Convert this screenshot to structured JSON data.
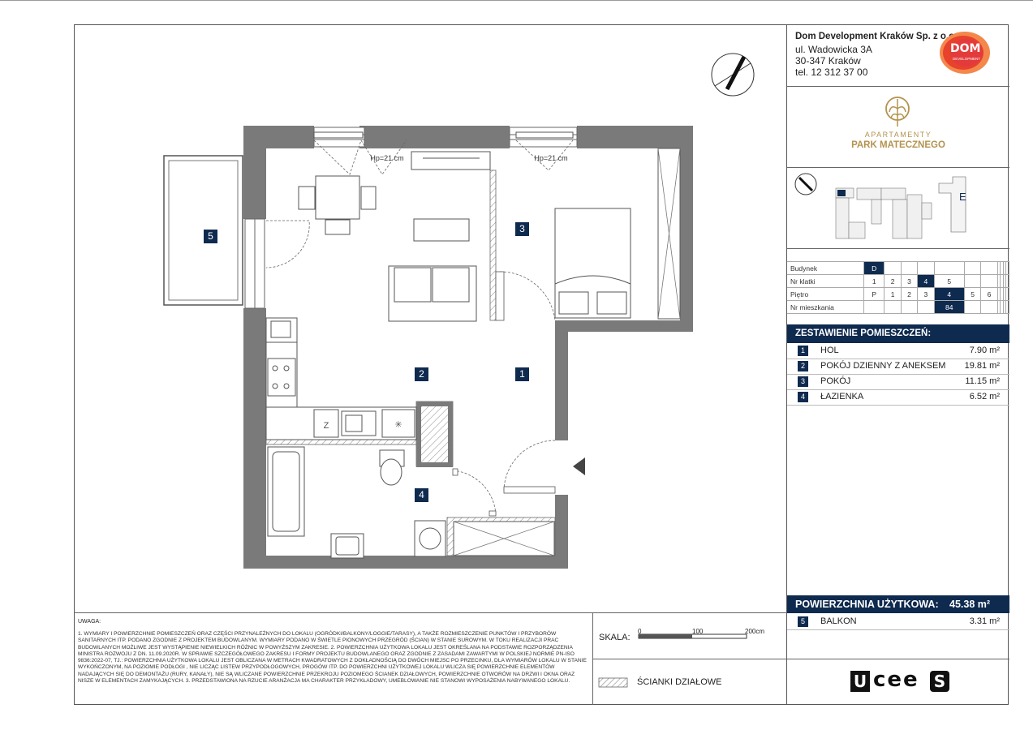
{
  "company": {
    "name": "Dom Development Kraków Sp. z o.o.",
    "street": "ul. Wadowicka 3A",
    "city": "30-347 Kraków",
    "phone": "tel. 12 312 37 00",
    "logo_text_1": "DOM",
    "logo_text_2": "DEVELOPMENT"
  },
  "project": {
    "line1": "APARTAMENTY",
    "line2": "PARK MATECZNEGO",
    "building_letter": "E"
  },
  "location_table": {
    "rows": [
      {
        "label": "Budynek",
        "cells": [
          "D",
          "",
          "",
          "",
          "",
          "",
          "",
          "",
          "",
          "",
          ""
        ],
        "selected": 0
      },
      {
        "label": "Nr klatki",
        "cells": [
          "1",
          "2",
          "3",
          "4",
          "5",
          "",
          "",
          "",
          "",
          "",
          ""
        ],
        "selected": 3
      },
      {
        "label": "Piętro",
        "cells": [
          "P",
          "1",
          "2",
          "3",
          "4",
          "5",
          "6",
          "",
          "",
          "",
          ""
        ],
        "selected": 4
      },
      {
        "label": "Nr mieszkania",
        "cells": [
          "",
          "",
          "",
          "",
          "84",
          "",
          "",
          "",
          "",
          "",
          ""
        ],
        "selected": 4
      }
    ]
  },
  "summary": {
    "title": "ZESTAWIENIE POMIESZCZEŃ:",
    "rooms": [
      {
        "num": "1",
        "name": "HOL",
        "area": "7.90 m²"
      },
      {
        "num": "2",
        "name": "POKÓJ DZIENNY Z ANEKSEM",
        "area": "19.81 m²"
      },
      {
        "num": "3",
        "name": "POKÓJ",
        "area": "11.15 m²"
      },
      {
        "num": "4",
        "name": "ŁAZIENKA",
        "area": "6.52 m²"
      }
    ],
    "total_label": "POWIERZCHNIA UŻYTKOWA:",
    "total_value": "45.38 m²",
    "balcony": {
      "num": "5",
      "name": "BALKON",
      "area": "3.31 m²"
    }
  },
  "plan": {
    "labels": [
      "1",
      "2",
      "3",
      "4",
      "5"
    ],
    "hp_label_1": "Hp=21 cm",
    "hp_label_2": "Hp=21 cm",
    "fridge_label": "Z"
  },
  "scale": {
    "label": "SKALA:",
    "t0": "0",
    "t1": "100",
    "t2": "200cm"
  },
  "legend": {
    "walls_label": "ŚCIANKI DZIAŁOWE"
  },
  "notes": {
    "title": "UWAGA:",
    "text": "1. WYMIARY I POWIERZCHNIE POMIESZCZEŃ ORAZ CZĘŚCI PRZYNALEŻNYCH DO LOKALU (OGRÓDKI/BALKONY/LOGGIE/TARASY), A TAKŻE ROZMIESZCZENIE PUNKTÓW I PRZYBORÓW SANITARNYCH ITP. PODANO ZGODNIE Z PROJEKTEM BUDOWLANYM. WYMIARY PODANO W ŚWIETLE PIONOWYCH PRZEGRÓD (ŚCIAN) W STANIE SUROWYM. W TOKU REALIZACJI PRAC BUDOWLANYCH MOŻLIWE JEST WYSTĄPIENIE NIEWIELKICH RÓŻNIC W POWYŻSZYM ZAKRESIE. 2. POWIERZCHNIA UŻYTKOWA LOKALU JEST OKREŚLANA NA PODSTAWIE ROZPORZĄDZENIA MINISTRA ROZWOJU Z DN. 11.09.2020R. W SPRAWIE SZCZEGÓŁOWEGO ZAKRESU I FORMY PROJEKTU BUDOWLANEGO ORAZ ZGODNIE Z ZASADAMI ZAWARTYMI W POLSKIEJ NORMIE PN-ISO 9836:2022-07, TJ.: POWIERZCHNIA UŻYTKOWA LOKALU JEST OBLICZANA W METRACH KWADRATOWYCH Z DOKŁADNOŚCIĄ DO DWÓCH MIEJSC PO PRZECINKU, DLA WYMIARÓW LOKALU W STANIE WYKOŃCZONYM, NA POZIOMIE PODŁOGI , NIE LICZĄC LISTEW PRZYPODŁOGOWYCH, PROGÓW ITP. DO POWIERZCHNI UŻYTKOWEJ LOKALU WLICZA SIĘ POWIERZCHNIE ELEMENTÓW NADAJĄCYCH SIĘ DO DEMONTAŻU (RURY, KANAŁY), NIE SĄ WLICZANE POWIERZCHNIE PRZEKROJU POZIOMEGO ŚCIANEK DZIAŁOWYCH, POWIERZCHNIE OTWORÓW NA DRZWI I OKNA ORAZ NISZE W ELEMENTACH ZAMYKAJĄCYCH. 3. PRZEDSTAWIONA NA RZUCIE ARANŻACJA MA CHARAKTER PRZYKŁADOWY, UMEBLOWANIE NIE STANOWI WYPOSAŻENIA NABYWANEGO LOKALU."
  },
  "brand": {
    "uc": "U",
    "cee": "cee",
    "s": "S"
  }
}
